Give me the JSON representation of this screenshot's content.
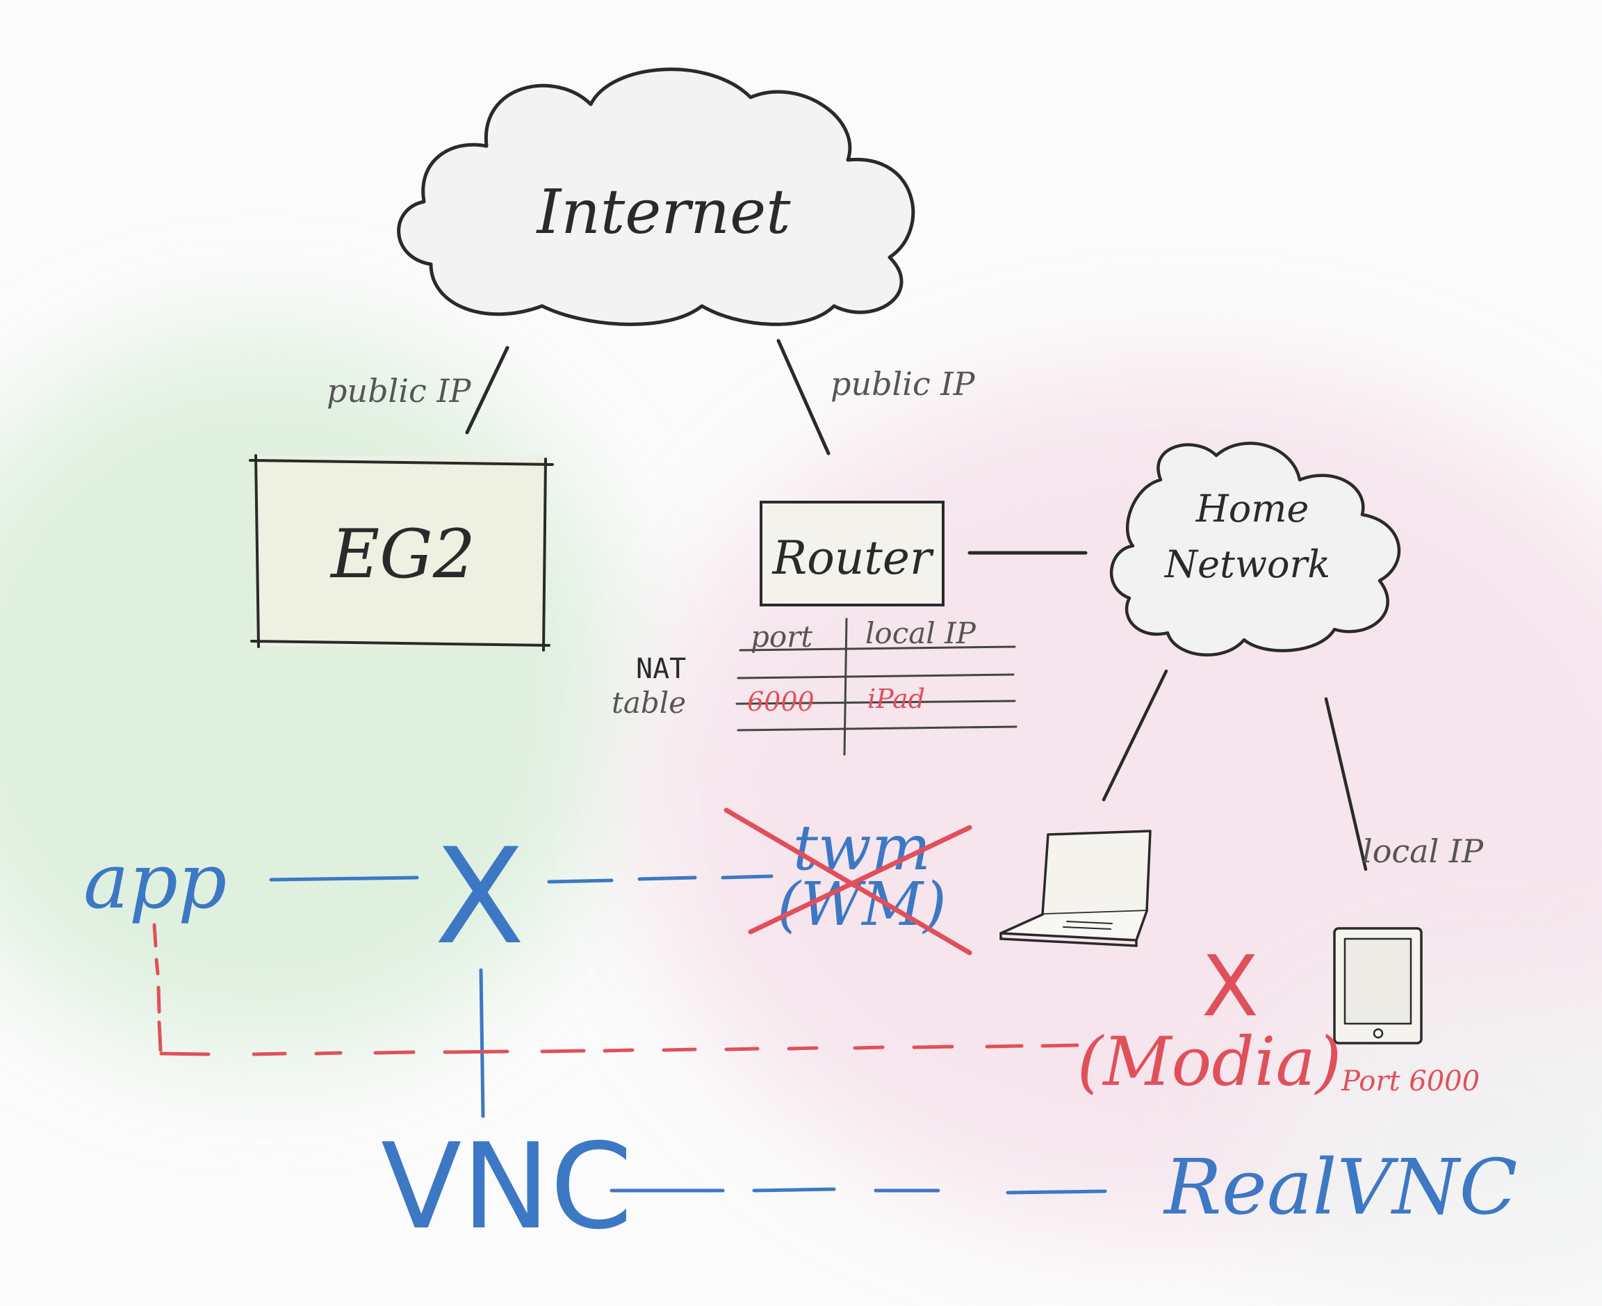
{
  "nodes": {
    "internet": "Internet",
    "eg2": "EG2",
    "router": "Router",
    "home_network_line1": "Home",
    "home_network_line2": "Network",
    "app": "app",
    "x_server": "X",
    "twm_line1": "twm",
    "twm_line2": "(WM)",
    "x_modia_line1": "X",
    "x_modia_line2": "(Modia)",
    "vnc": "VNC",
    "realvnc": "RealVNC"
  },
  "edge_labels": {
    "public_ip_left": "public IP",
    "public_ip_right": "public IP",
    "local_ip": "local IP",
    "ipad_port": "Port 6000"
  },
  "nat_table": {
    "label_line1": "NAT",
    "label_line2": "table",
    "headers": [
      "port",
      "local IP"
    ],
    "rows": [
      [
        "6000",
        "iPad"
      ]
    ]
  },
  "devices": [
    "laptop-icon",
    "ipad-icon"
  ],
  "colors": {
    "ink": "#2a2a2a",
    "label": "#555555",
    "blue": "#3d78c4",
    "red": "#e0505a",
    "green_wash": "#dff0df",
    "pink_wash": "#f7e6ee",
    "box_fill": "#eef0e2"
  }
}
